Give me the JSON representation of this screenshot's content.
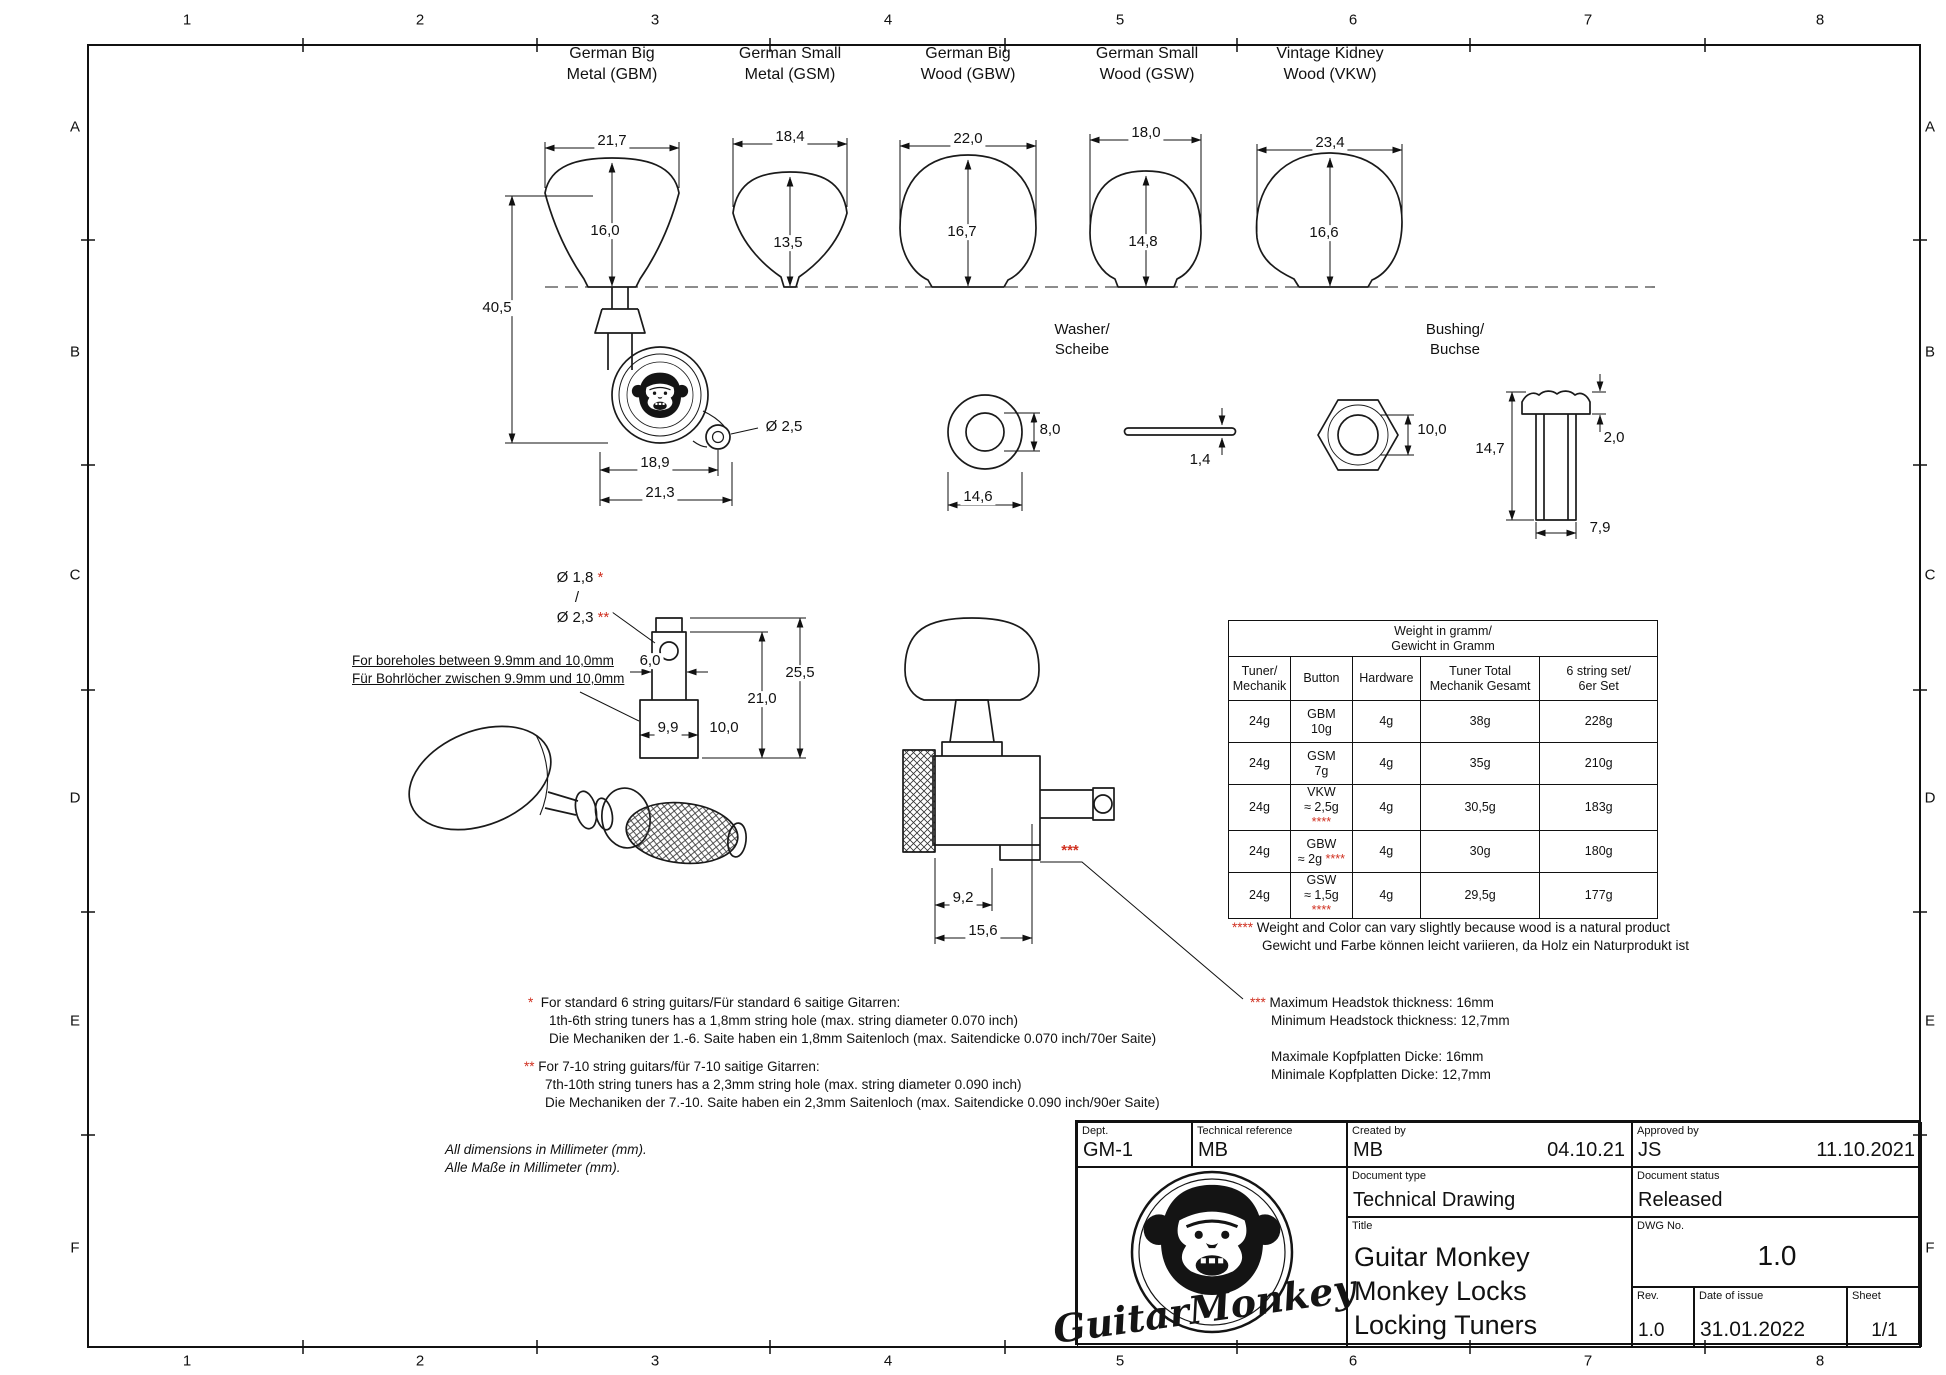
{
  "grid": {
    "cols": [
      "1",
      "2",
      "3",
      "4",
      "5",
      "6",
      "7",
      "8"
    ],
    "rows": [
      "A",
      "B",
      "C",
      "D",
      "E",
      "F"
    ]
  },
  "columns": {
    "gbm": {
      "l1": "German Big",
      "l2": "Metal (GBM)"
    },
    "gsm": {
      "l1": "German Small",
      "l2": "Metal (GSM)"
    },
    "gbw": {
      "l1": "German Big",
      "l2": "Wood (GBW)"
    },
    "gsw": {
      "l1": "German Small",
      "l2": "Wood (GSW)"
    },
    "vkw": {
      "l1": "Vintage Kidney",
      "l2": "Wood (VKW)"
    }
  },
  "dims": {
    "gbm_w": "21,7",
    "gbm_h": "16,0",
    "gsm_w": "18,4",
    "gsm_h": "13,5",
    "gbw_w": "22,0",
    "gbw_h": "16,7",
    "gsw_w": "18,0",
    "gsw_h": "14,8",
    "vkw_w": "23,4",
    "vkw_h": "16,6",
    "side_h": "40,5",
    "side_hole": "Ø 2,5",
    "side_w1": "18,9",
    "side_w2": "21,3",
    "washer_id": "8,0",
    "washer_od": "14,6",
    "washer_t": "1,4",
    "bushing_id": "10,0",
    "bushing_h": "14,7",
    "bushing_f": "2,0",
    "bushing_w": "7,9",
    "post_d1": "Ø 1,8",
    "post_slash": "/",
    "post_d2": "Ø 2,3",
    "post_w": "6,0",
    "post_h1": "25,5",
    "post_h2": "21,0",
    "post_b1": "9,9",
    "post_b2": "10,0",
    "rear_w1": "9,2",
    "rear_w2": "15,6"
  },
  "marks": {
    "star": "*",
    "dstar": "**",
    "tstar": "***",
    "qstar": "****"
  },
  "labels": {
    "washer_l1": "Washer/",
    "washer_l2": "Scheibe",
    "bushing_l1": "Bushing/",
    "bushing_l2": "Buchse",
    "borehole_l1": "For boreholes between 9.9mm and 10,0mm",
    "borehole_l2": "Für Bohrlöcher zwischen 9.9mm und 10,0mm"
  },
  "table": {
    "title1": "Weight in gramm/",
    "title2": "Gewicht in Gramm",
    "h_tuner1": "Tuner/",
    "h_tuner2": "Mechanik",
    "h_button": "Button",
    "h_hardware": "Hardware",
    "h_total1": "Tuner Total",
    "h_total2": "Mechanik Gesamt",
    "h_set1": "6 string set/",
    "h_set2": "6er Set",
    "rows": [
      {
        "tuner": "24g",
        "b1": "GBM",
        "b2": "10g",
        "mark": "",
        "hw": "4g",
        "total": "38g",
        "set": "228g"
      },
      {
        "tuner": "24g",
        "b1": "GSM",
        "b2": "7g",
        "mark": "",
        "hw": "4g",
        "total": "35g",
        "set": "210g"
      },
      {
        "tuner": "24g",
        "b1": "VKW",
        "b2": "≈ 2,5g",
        "mark": "****",
        "hw": "4g",
        "total": "30,5g",
        "set": "183g"
      },
      {
        "tuner": "24g",
        "b1": "GBW",
        "b2": "≈ 2g",
        "mark": "****",
        "hw": "4g",
        "total": "30g",
        "set": "180g"
      },
      {
        "tuner": "24g",
        "b1": "GSW",
        "b2": "≈ 1,5g",
        "mark": "****",
        "hw": "4g",
        "total": "29,5g",
        "set": "177g"
      }
    ]
  },
  "notes": {
    "wood1": "Weight and Color can vary slightly because wood is a natural product",
    "wood2": "Gewicht und Farbe können leicht variieren, da Holz ein Naturprodukt ist",
    "star1": "For standard 6 string guitars/Für standard 6 saitige Gitarren:",
    "star2": "1th-6th string tuners has a 1,8mm string hole (max. string diameter 0.070 inch)",
    "star3": "Die Mechaniken der 1.-6. Saite haben ein 1,8mm Saitenloch (max. Saitendicke 0.070 inch/70er Saite)",
    "dstar1": "For 7-10 string guitars/für 7-10 saitige Gitarren:",
    "dstar2": "7th-10th string tuners has a 2,3mm string hole (max. string diameter 0.090 inch)",
    "dstar3": "Die Mechaniken der 7.-10. Saite haben ein 2,3mm Saitenloch (max. Saitendicke 0.090 inch/90er Saite)",
    "head1": "Maximum Headstok thickness: 16mm",
    "head2": "Minimum Headstock thickness: 12,7mm",
    "head3": "Maximale Kopfplatten Dicke: 16mm",
    "head4": "Minimale Kopfplatten Dicke: 12,7mm",
    "alldim1": "All dimensions in Millimeter (mm).",
    "alldim2": "Alle Maße in Millimeter (mm)."
  },
  "titleblock": {
    "dept_label": "Dept.",
    "dept": "GM-1",
    "techref_label": "Technical reference",
    "techref": "MB",
    "created_label": "Created by",
    "created": "MB",
    "created_date": "04.10.21",
    "approved_label": "Approved by",
    "approved": "JS",
    "approved_date": "11.10.2021",
    "doctype_label": "Document type",
    "doctype": "Technical Drawing",
    "status_label": "Document status",
    "status": "Released",
    "title_label": "Title",
    "title1": "Guitar Monkey",
    "title2": "Monkey Locks",
    "title3": "Locking Tuners",
    "dwg_label": "DWG No.",
    "dwg": "1.0",
    "rev_label": "Rev.",
    "rev": "1.0",
    "issue_label": "Date of issue",
    "issue": "31.01.2022",
    "sheet_label": "Sheet",
    "sheet": "1/1",
    "logo_text": "GuitarMonkey"
  }
}
